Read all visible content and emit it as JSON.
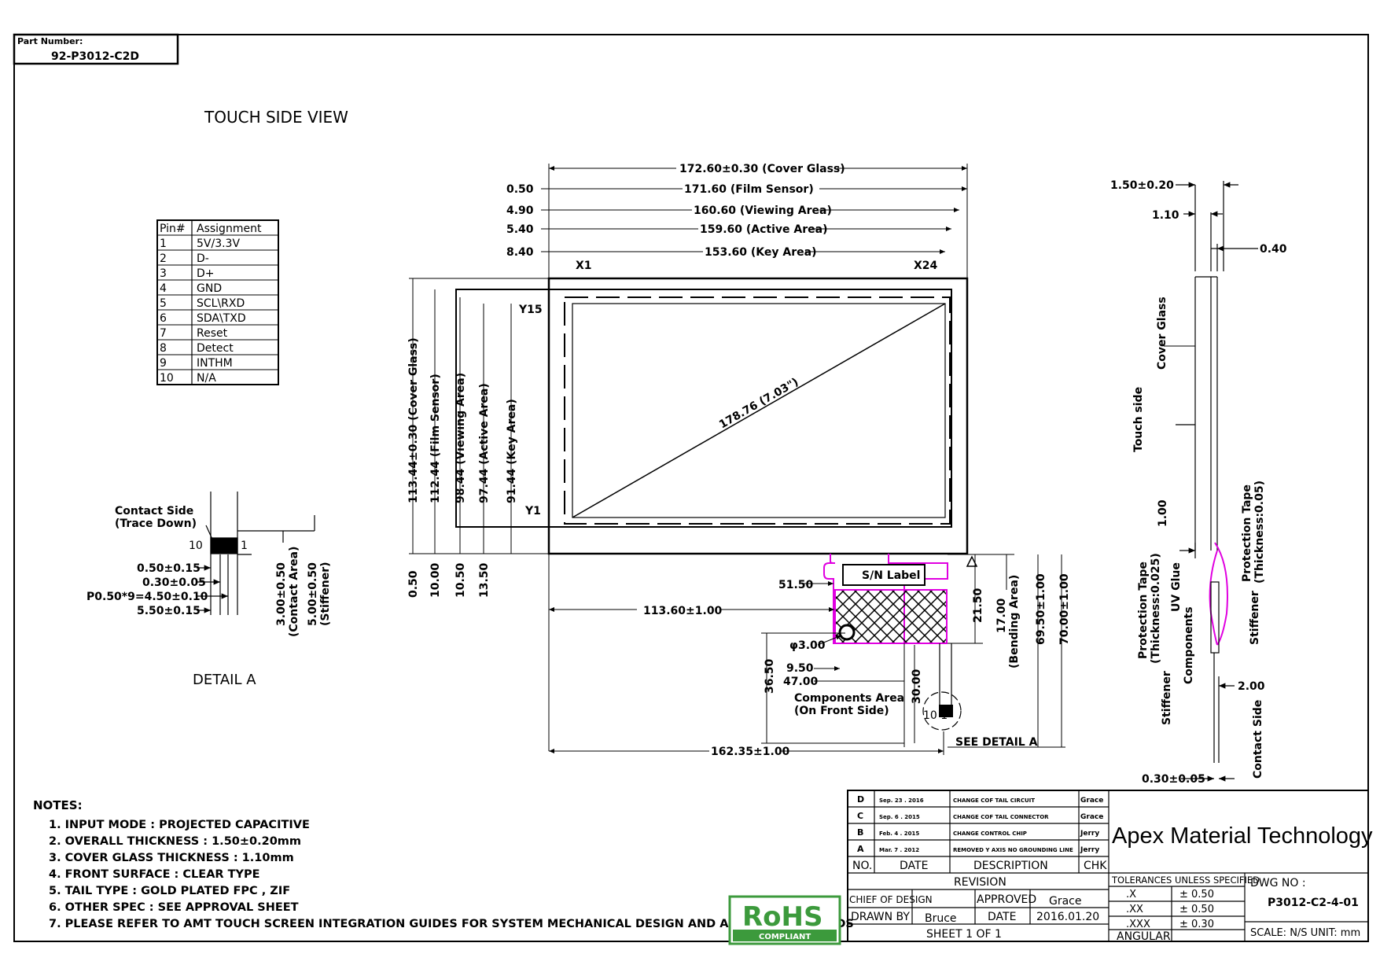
{
  "part_number": {
    "label": "Part Number:",
    "value": "92-P3012-C2D"
  },
  "view_title": "TOUCH SIDE VIEW",
  "pin_table": {
    "headers": [
      "Pin#",
      "Assignment"
    ],
    "rows": [
      [
        "1",
        "5V/3.3V"
      ],
      [
        "2",
        "D-"
      ],
      [
        "3",
        "D+"
      ],
      [
        "4",
        "GND"
      ],
      [
        "5",
        "SCL\\RXD"
      ],
      [
        "6",
        "SDA\\TXD"
      ],
      [
        "7",
        "Reset"
      ],
      [
        "8",
        "Detect"
      ],
      [
        "9",
        "INTHM"
      ],
      [
        "10",
        "N/A"
      ]
    ]
  },
  "top_dims": [
    {
      "value": "",
      "text": "172.60±0.30 (Cover Glass)"
    },
    {
      "value": "0.50",
      "text": "171.60 (Film Sensor)"
    },
    {
      "value": "4.90",
      "text": "160.60 (Viewing Area)"
    },
    {
      "value": "5.40",
      "text": "159.60 (Active Area)"
    },
    {
      "value": "8.40",
      "text": "153.60 (Key Area)"
    }
  ],
  "corner_labels": {
    "x1": "X1",
    "x24": "X24",
    "y15": "Y15",
    "y1": "Y1"
  },
  "diagonal": "178.76 (7.03\")",
  "left_dims": [
    {
      "text": "113.44±0.30 (Cover Glass)",
      "bottom": "0.50"
    },
    {
      "text": "112.44 (Film Sensor)",
      "bottom": "10.00"
    },
    {
      "text": "98.44 (Viewing Area)",
      "bottom": "10.50"
    },
    {
      "text": "97.44 (Active Area)",
      "bottom": "13.50"
    },
    {
      "text": "91.44 (Key Area)",
      "bottom": ""
    }
  ],
  "tail": {
    "sn_label": "S/N Label",
    "dim_5150": "51.50",
    "dim_11360": "113.60±1.00",
    "hole": "φ3.00",
    "dim_950": "9.50",
    "dim_4700": "47.00",
    "dim_3650": "36.50",
    "dim_3000": "30.00",
    "dim_2150": "21.50",
    "dim_1700": "17.00",
    "bending": "(Bending Area)",
    "dim_6950": "69.50±1.00",
    "dim_7000": "70.00±1.00",
    "components": "Components Area",
    "components_sub": "(On Front Side)",
    "dim_16235": "162.35±1.00",
    "see_detail": "SEE DETAIL A",
    "pin_labels": "10  1"
  },
  "detail_a": {
    "title": "DETAIL A",
    "contact_side": "Contact Side",
    "trace_down": "(Trace Down)",
    "pin10": "10",
    "pin1": "1",
    "d1": "0.50±0.15",
    "d2": "0.30±0.05",
    "d3": "P0.50*9=4.50±0.10",
    "d4": "5.50±0.15",
    "d5": "3.00±0.50",
    "d5b": "(Contact Area)",
    "d6": "5.00±0.50",
    "d6b": "(Stiffener)"
  },
  "side_view": {
    "t_total": "1.50±0.20",
    "t_glass": "1.10",
    "t_040": "0.40",
    "cover_glass": "Cover Glass",
    "touch_side": "Touch side",
    "d100": "1.00",
    "prot_tape_r": "Protection Tape",
    "prot_tape_r2": "(Thickness:0.05)",
    "prot_tape_l": "Protection Tape",
    "prot_tape_l2": "(Thickness:0.025)",
    "uv_glue": "UV Glue",
    "components": "Components",
    "stiffener_r": "Stiffener",
    "d200": "2.00",
    "stiffener_l": "Stiffener",
    "contact_side": "Contact Side",
    "d030": "0.30±0.05"
  },
  "notes": {
    "title": "NOTES:",
    "items": [
      "1. INPUT MODE : PROJECTED CAPACITIVE",
      "2. OVERALL THICKNESS : 1.50±0.20mm",
      "3. COVER GLASS THICKNESS : 1.10mm",
      "4. FRONT SURFACE : CLEAR TYPE",
      "5. TAIL TYPE : GOLD PLATED FPC , ZIF",
      "6. OTHER SPEC : SEE APPROVAL SHEET",
      "7. PLEASE REFER TO AMT TOUCH SCREEN INTEGRATION GUIDES FOR SYSTEM MECHANICAL DESIGN AND ASSEMBLY METHODS"
    ]
  },
  "rohs": {
    "text": "RoHS",
    "sub": "COMPLIANT",
    "color": "#3c9a3c"
  },
  "revisions": [
    {
      "no": "D",
      "date": "Sep. 23 . 2016",
      "desc": "CHANGE COF TAIL CIRCUIT",
      "chk": "Grace"
    },
    {
      "no": "C",
      "date": "Sep. 6 . 2015",
      "desc": "CHANGE COF TAIL CONNECTOR",
      "chk": "Grace"
    },
    {
      "no": "B",
      "date": "Feb. 4 . 2015",
      "desc": "CHANGE CONTROL CHIP",
      "chk": "Jerry"
    },
    {
      "no": "A",
      "date": "Mar. 7 . 2012",
      "desc": "REMOVED Y AXIS NO GROUNDING LINE",
      "chk": "Jerry"
    }
  ],
  "rev_headers": {
    "no": "NO.",
    "date": "DATE",
    "desc": "DESCRIPTION",
    "chk": "CHK",
    "revision": "REVISION"
  },
  "signoff": {
    "chief": "CHIEF OF DESIGN",
    "approved": "APPROVED",
    "approver": "Grace",
    "drawn_by": "DRAWN BY",
    "drawer": "Bruce",
    "date_label": "DATE",
    "date": "2016.01.20",
    "sheet": "SHEET   1   OF   1"
  },
  "company": "Apex Material Technology Corp.",
  "tolerances": {
    "title": "TOLERANCES UNLESS SPECIFIED",
    "rows": [
      [
        ".X",
        "± 0.50"
      ],
      [
        ".XX",
        "± 0.50"
      ],
      [
        ".XXX",
        "± 0.30"
      ]
    ],
    "angular": "ANGULAR"
  },
  "dwg": {
    "label": "DWG NO :",
    "value": "P3012-C2-4-01",
    "scale": "SCALE: N/S  UNIT: mm"
  },
  "colors": {
    "magenta": "#e000e0",
    "line": "#000000"
  }
}
